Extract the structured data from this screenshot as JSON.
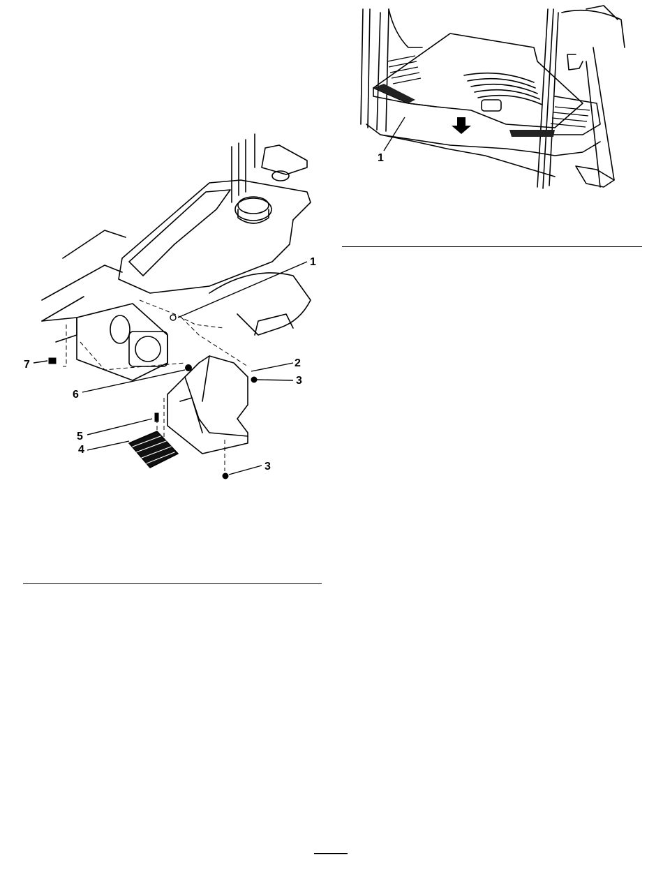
{
  "figure_left": {
    "callouts": [
      "1",
      "2",
      "3",
      "3",
      "4",
      "5",
      "6",
      "7"
    ]
  },
  "figure_right": {
    "callouts": [
      "1"
    ]
  }
}
